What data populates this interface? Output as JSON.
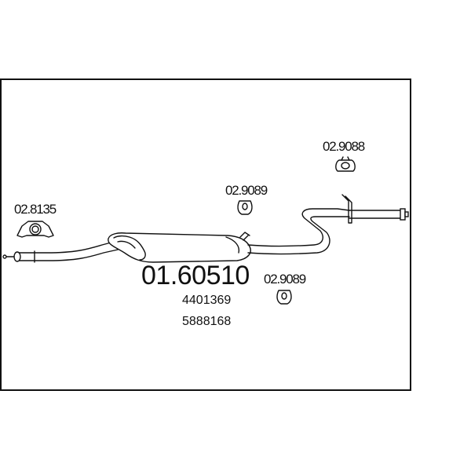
{
  "main_part_number": "01.60510",
  "reference_numbers": [
    "4401369",
    "5888168"
  ],
  "accessories": [
    {
      "code": "02.8135",
      "kind": "clamp"
    },
    {
      "code": "02.9089",
      "kind": "rubber-ring"
    },
    {
      "code": "02.9088",
      "kind": "rubber-hanger"
    },
    {
      "code": "02.9089",
      "kind": "rubber-ring"
    }
  ]
}
